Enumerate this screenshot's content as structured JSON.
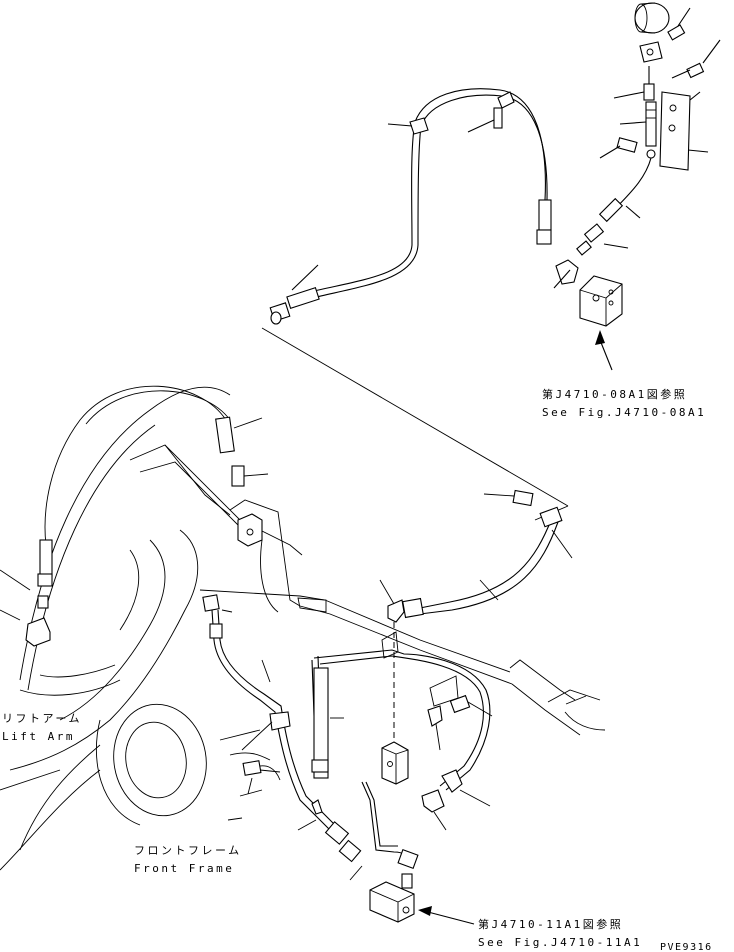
{
  "references": {
    "upper": {
      "jp": "第J4710-08A1図参照",
      "en": "See Fig.J4710-08A1"
    },
    "lower": {
      "jp": "第J4710-11A1図参照",
      "en": "See Fig.J4710-11A1"
    }
  },
  "part_labels": {
    "lift_arm": {
      "jp": "リフトアーム",
      "en": "Lift Arm"
    },
    "front_frame": {
      "jp": "フロントフレーム",
      "en": "Front Frame"
    }
  },
  "drawing_code": "PVE9316"
}
